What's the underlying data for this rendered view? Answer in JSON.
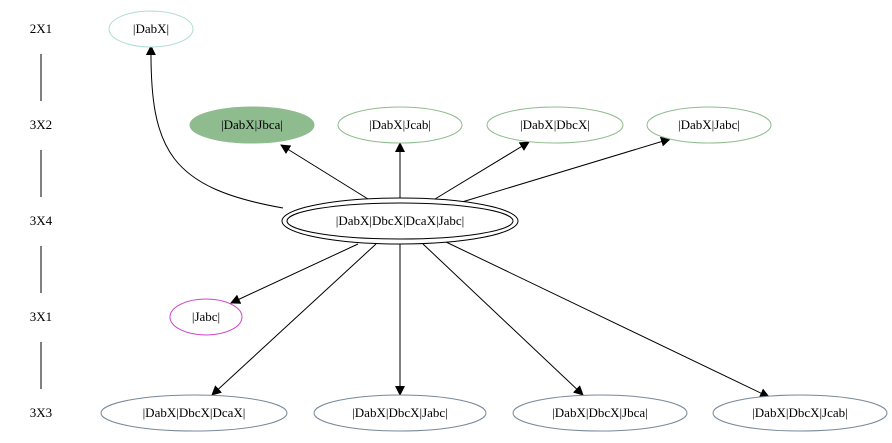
{
  "levels": {
    "l2x1": "2X1",
    "l3x2": "3X2",
    "l3x4": "3X4",
    "l3x1": "3X1",
    "l3x3": "3X3"
  },
  "nodes": {
    "top": {
      "label": "|DabX|",
      "color": "#b0dcd6"
    },
    "jbca": {
      "label": "|DabX|Jbca|",
      "fill": "#8fbc8f",
      "color": "#8fbc8f"
    },
    "jcab": {
      "label": "|DabX|Jcab|",
      "color": "#8fbc8f"
    },
    "dbcx": {
      "label": "|DabX|DbcX|",
      "color": "#8fbc8f"
    },
    "jabc": {
      "label": "|DabX|Jabc|",
      "color": "#8fbc8f"
    },
    "center": {
      "label": "|DabX|DbcX|DcaX|Jabc|",
      "color": "#000000"
    },
    "jabc_small": {
      "label": "|Jabc|",
      "color": "#cc44cc"
    },
    "b1": {
      "label": "|DabX|DbcX|DcaX|",
      "color": "#778899"
    },
    "b2": {
      "label": "|DabX|DbcX|Jabc|",
      "color": "#778899"
    },
    "b3": {
      "label": "|DabX|DbcX|Jbca|",
      "color": "#778899"
    },
    "b4": {
      "label": "|DabX|DbcX|Jcab|",
      "color": "#778899"
    }
  }
}
